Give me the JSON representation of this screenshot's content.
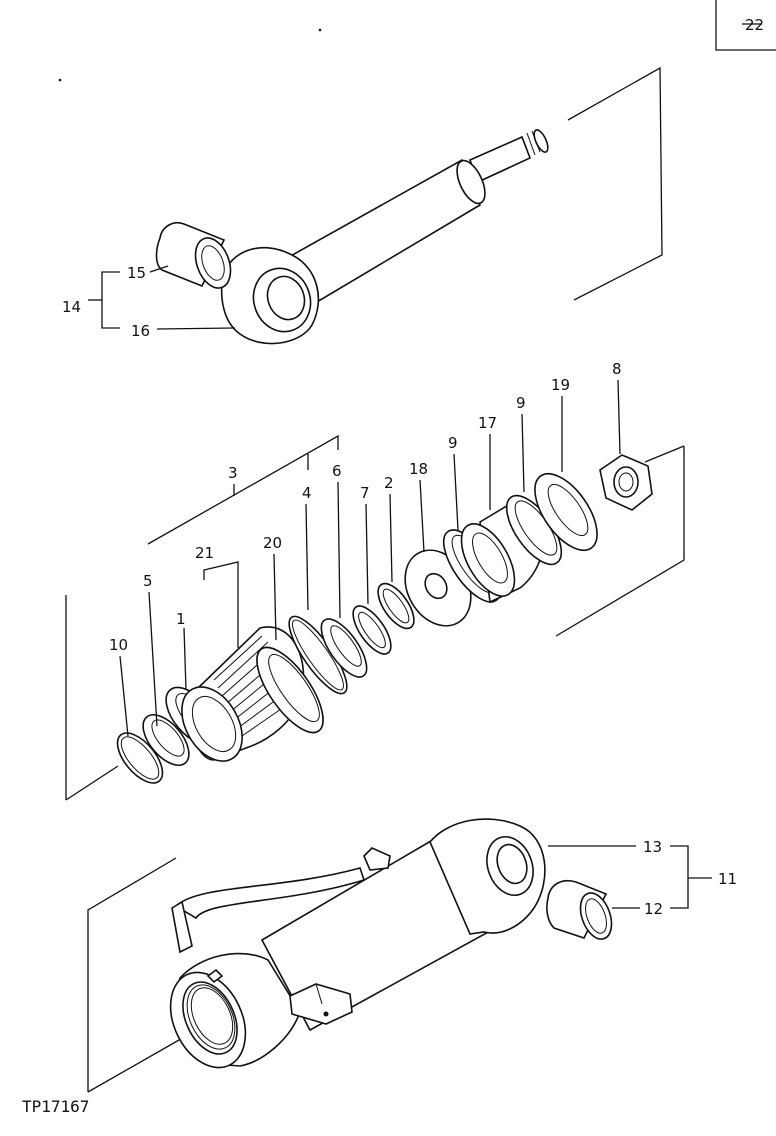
{
  "figure_id": "TP17167",
  "page_ref": "22",
  "callouts": {
    "c1": "1",
    "c2": "2",
    "c3": "3",
    "c4": "4",
    "c5": "5",
    "c6": "6",
    "c7": "7",
    "c8": "8",
    "c9a": "9",
    "c9b": "9",
    "c10": "10",
    "c11": "11",
    "c12": "12",
    "c13": "13",
    "c14": "14",
    "c15": "15",
    "c16": "16",
    "c17": "17",
    "c18": "18",
    "c19": "19",
    "c20": "20",
    "c21": "21"
  }
}
